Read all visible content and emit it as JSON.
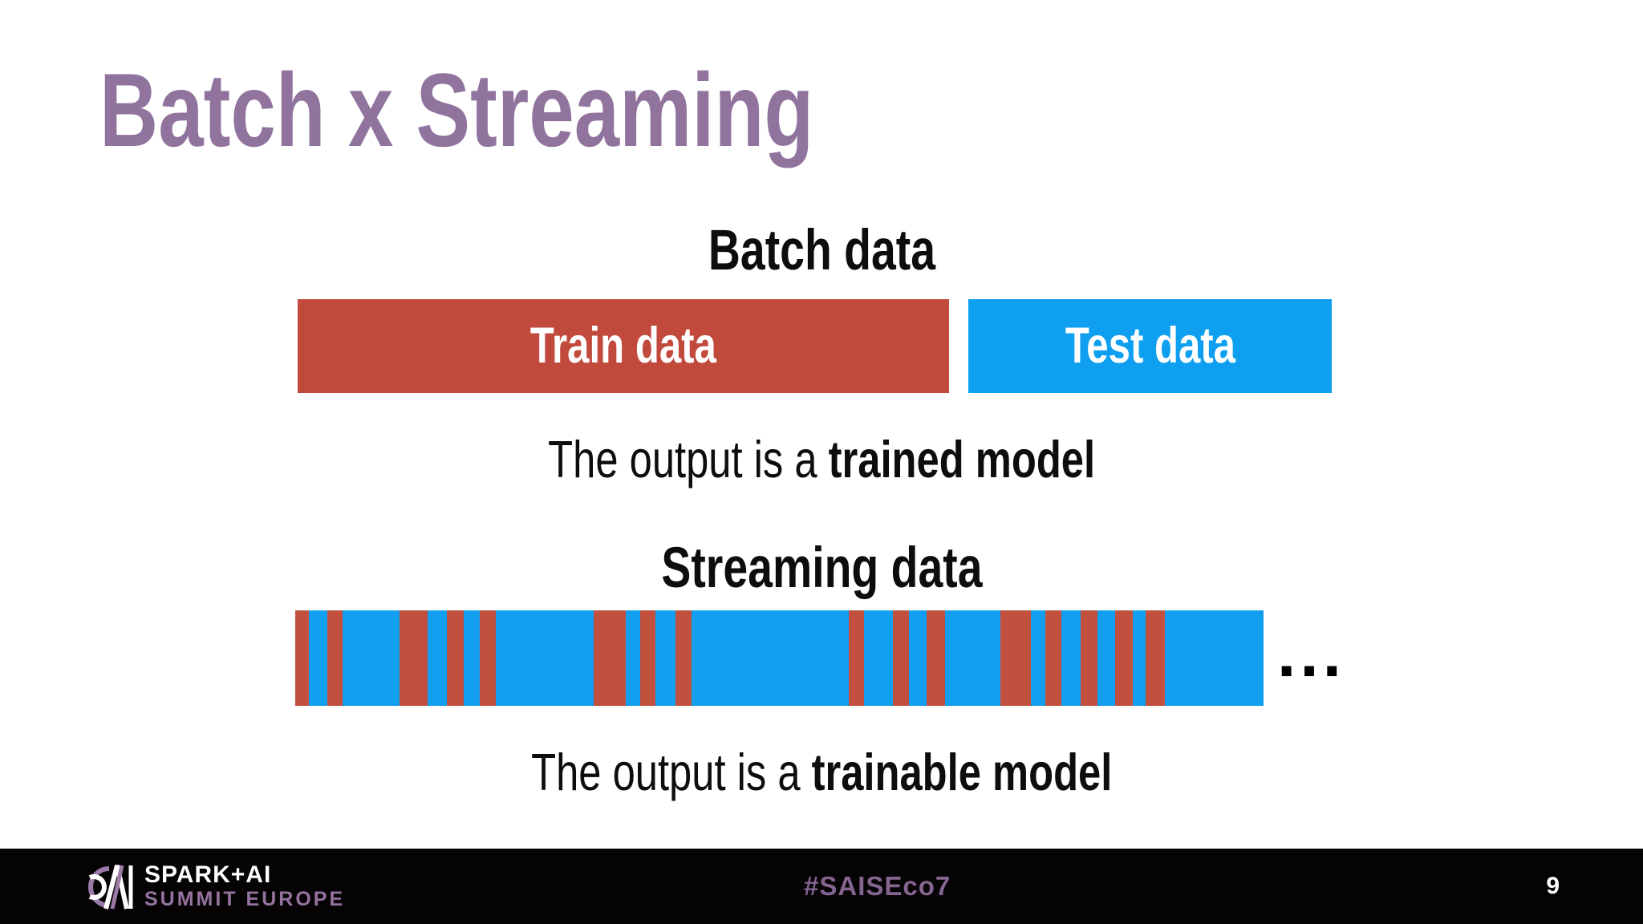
{
  "slide": {
    "title": "Batch x Streaming",
    "hashtag": "#SAISEco7",
    "page_number": "9"
  },
  "batch": {
    "heading": "Batch data",
    "train_label": "Train data",
    "test_label": "Test data",
    "output_prefix": "The output is a",
    "output_bold": "trained model"
  },
  "streaming": {
    "heading": "Streaming data",
    "ellipsis": "...",
    "output_prefix": "The output is a",
    "output_bold": "trainable model",
    "stripes": [
      {
        "c": "r",
        "w": 17
      },
      {
        "c": "b",
        "w": 23
      },
      {
        "c": "r",
        "w": 19
      },
      {
        "c": "b",
        "w": 71
      },
      {
        "c": "r",
        "w": 35
      },
      {
        "c": "b",
        "w": 24
      },
      {
        "c": "r",
        "w": 21
      },
      {
        "c": "b",
        "w": 20
      },
      {
        "c": "r",
        "w": 20
      },
      {
        "c": "b",
        "w": 122
      },
      {
        "c": "r",
        "w": 40
      },
      {
        "c": "b",
        "w": 18
      },
      {
        "c": "r",
        "w": 19
      },
      {
        "c": "b",
        "w": 25
      },
      {
        "c": "r",
        "w": 20
      },
      {
        "c": "b",
        "w": 196
      },
      {
        "c": "r",
        "w": 19
      },
      {
        "c": "b",
        "w": 36
      },
      {
        "c": "r",
        "w": 20
      },
      {
        "c": "b",
        "w": 22
      },
      {
        "c": "r",
        "w": 23
      },
      {
        "c": "b",
        "w": 69
      },
      {
        "c": "r",
        "w": 38
      },
      {
        "c": "b",
        "w": 18
      },
      {
        "c": "r",
        "w": 20
      },
      {
        "c": "b",
        "w": 24
      },
      {
        "c": "r",
        "w": 21
      },
      {
        "c": "b",
        "w": 22
      },
      {
        "c": "r",
        "w": 22
      },
      {
        "c": "b",
        "w": 16
      },
      {
        "c": "r",
        "w": 24
      },
      {
        "c": "b",
        "w": 123
      }
    ]
  },
  "footer": {
    "logo_title": "SPARK+AI",
    "logo_subtitle": "SUMMIT EUROPE"
  },
  "colors": {
    "title_purple": "#91749e",
    "train_red": "#c14a3d",
    "test_blue": "#0f9ff0",
    "stripe_red": "#c1503f",
    "stripe_blue": "#129fef",
    "footer_bg": "#060305",
    "footer_purple": "#96739f",
    "hashtag_purple": "#84658f"
  }
}
